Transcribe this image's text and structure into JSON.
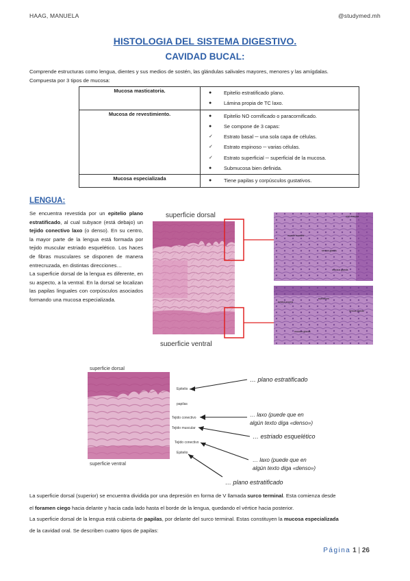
{
  "header": {
    "author": "HAAG, MANUELA",
    "handle": "@studymed.mh"
  },
  "title": "HISTOLOGIA DEL SISTEMA DIGESTIVO.",
  "subtitle": "CAVIDAD BUCAL:",
  "intro": {
    "line1": "Comprende estructuras como lengua, dientes y sus medios de sostén, las glándulas salivales mayores, menores y las amígdalas.",
    "line2": "Compuesta por 3 tipos de mucosa:"
  },
  "mucosa_table": {
    "row1": {
      "name": "Mucosa masticatoria.",
      "items": [
        "Epitelio estratificado plano.",
        "Lámina propia de TC laxo."
      ]
    },
    "row2": {
      "name": "Mucosa de revestimiento.",
      "items": [
        "Epitelio NO cornificado o paracornificado.",
        "Se compone de 3 capas:",
        "Estrato basal ─ una sola capa de células.",
        "Estrato espinoso ─ varias células.",
        "Estrato superficial ─ superficial de la mucosa.",
        "Submucosa bien definida."
      ]
    },
    "row3": {
      "name": "Mucosa especializada",
      "items": [
        "Tiene papilas y corpúsculos gustativos."
      ]
    }
  },
  "lengua": {
    "heading": "LENGUA:",
    "p1": [
      "Se encuentra revestida por un ",
      "epitelio plano estratificado",
      ", al cual subyace (está debajo) un ",
      "tejido conectivo laxo",
      " (o denso). En su centro, la mayor parte de la lengua está formada por tejido muscular estriado esquelético. Los haces de fibras musculares se disponen de manera entrecruzada, en distintas direcciones…"
    ],
    "p2": "La superficie dorsal de la lengua es diferente, en su aspecto, a la ventral. En la dorsal se localizan las papilas linguales con corpúsculos asociados formando una mucosa especializada."
  },
  "figure1": {
    "label_dorsal": "superficie dorsal",
    "label_ventral": "superficie ventral",
    "zoom1": {
      "oral_mucosa": "oral mucosa",
      "muscle": "muscle bundles",
      "serous": "serous glands",
      "mucous": "mucous glands"
    },
    "zoom2": {
      "lamina": "lamina propria",
      "epithelium": "epithelium",
      "mucous": "mucous glands",
      "serous": "serous glands"
    }
  },
  "figure2": {
    "top_label": "superficie dorsal",
    "bottom_label": "superficie ventral",
    "small_labels": [
      "Epitelio",
      "papilas",
      "Tejido conectivo",
      "Tejido muscular",
      "Tejido conectivo",
      "Epitelio"
    ],
    "notes": [
      "… plano estratificado",
      "… laxo (puede que en",
      "algún texto diga «denso»)",
      "… estriado esquelético",
      "… laxo (puede que en",
      "algún texto diga «denso»)",
      "… plano estratificado"
    ]
  },
  "bottom": {
    "l1": [
      "La superficie dorsal (superior) se encuentra dividida por una depresión en forma de V llamada ",
      "surco terminal",
      ". Esta comienza desde"
    ],
    "l2": [
      "el ",
      "foramen ciego",
      " hacia delante y hacia cada lado hasta el borde de la lengua, quedando el vértice hacia posterior."
    ],
    "l3": [
      "La superficie dorsal de la lengua está cubierta de ",
      "papilas",
      ", por delante del surco terminal. Estas constituyen la ",
      "mucosa especializada"
    ],
    "l4": "de la cavidad oral. Se describen cuatro tipos de papilas:"
  },
  "footer": {
    "page_word": "Página",
    "page_num": "1",
    "sep": "|",
    "total": "26"
  }
}
